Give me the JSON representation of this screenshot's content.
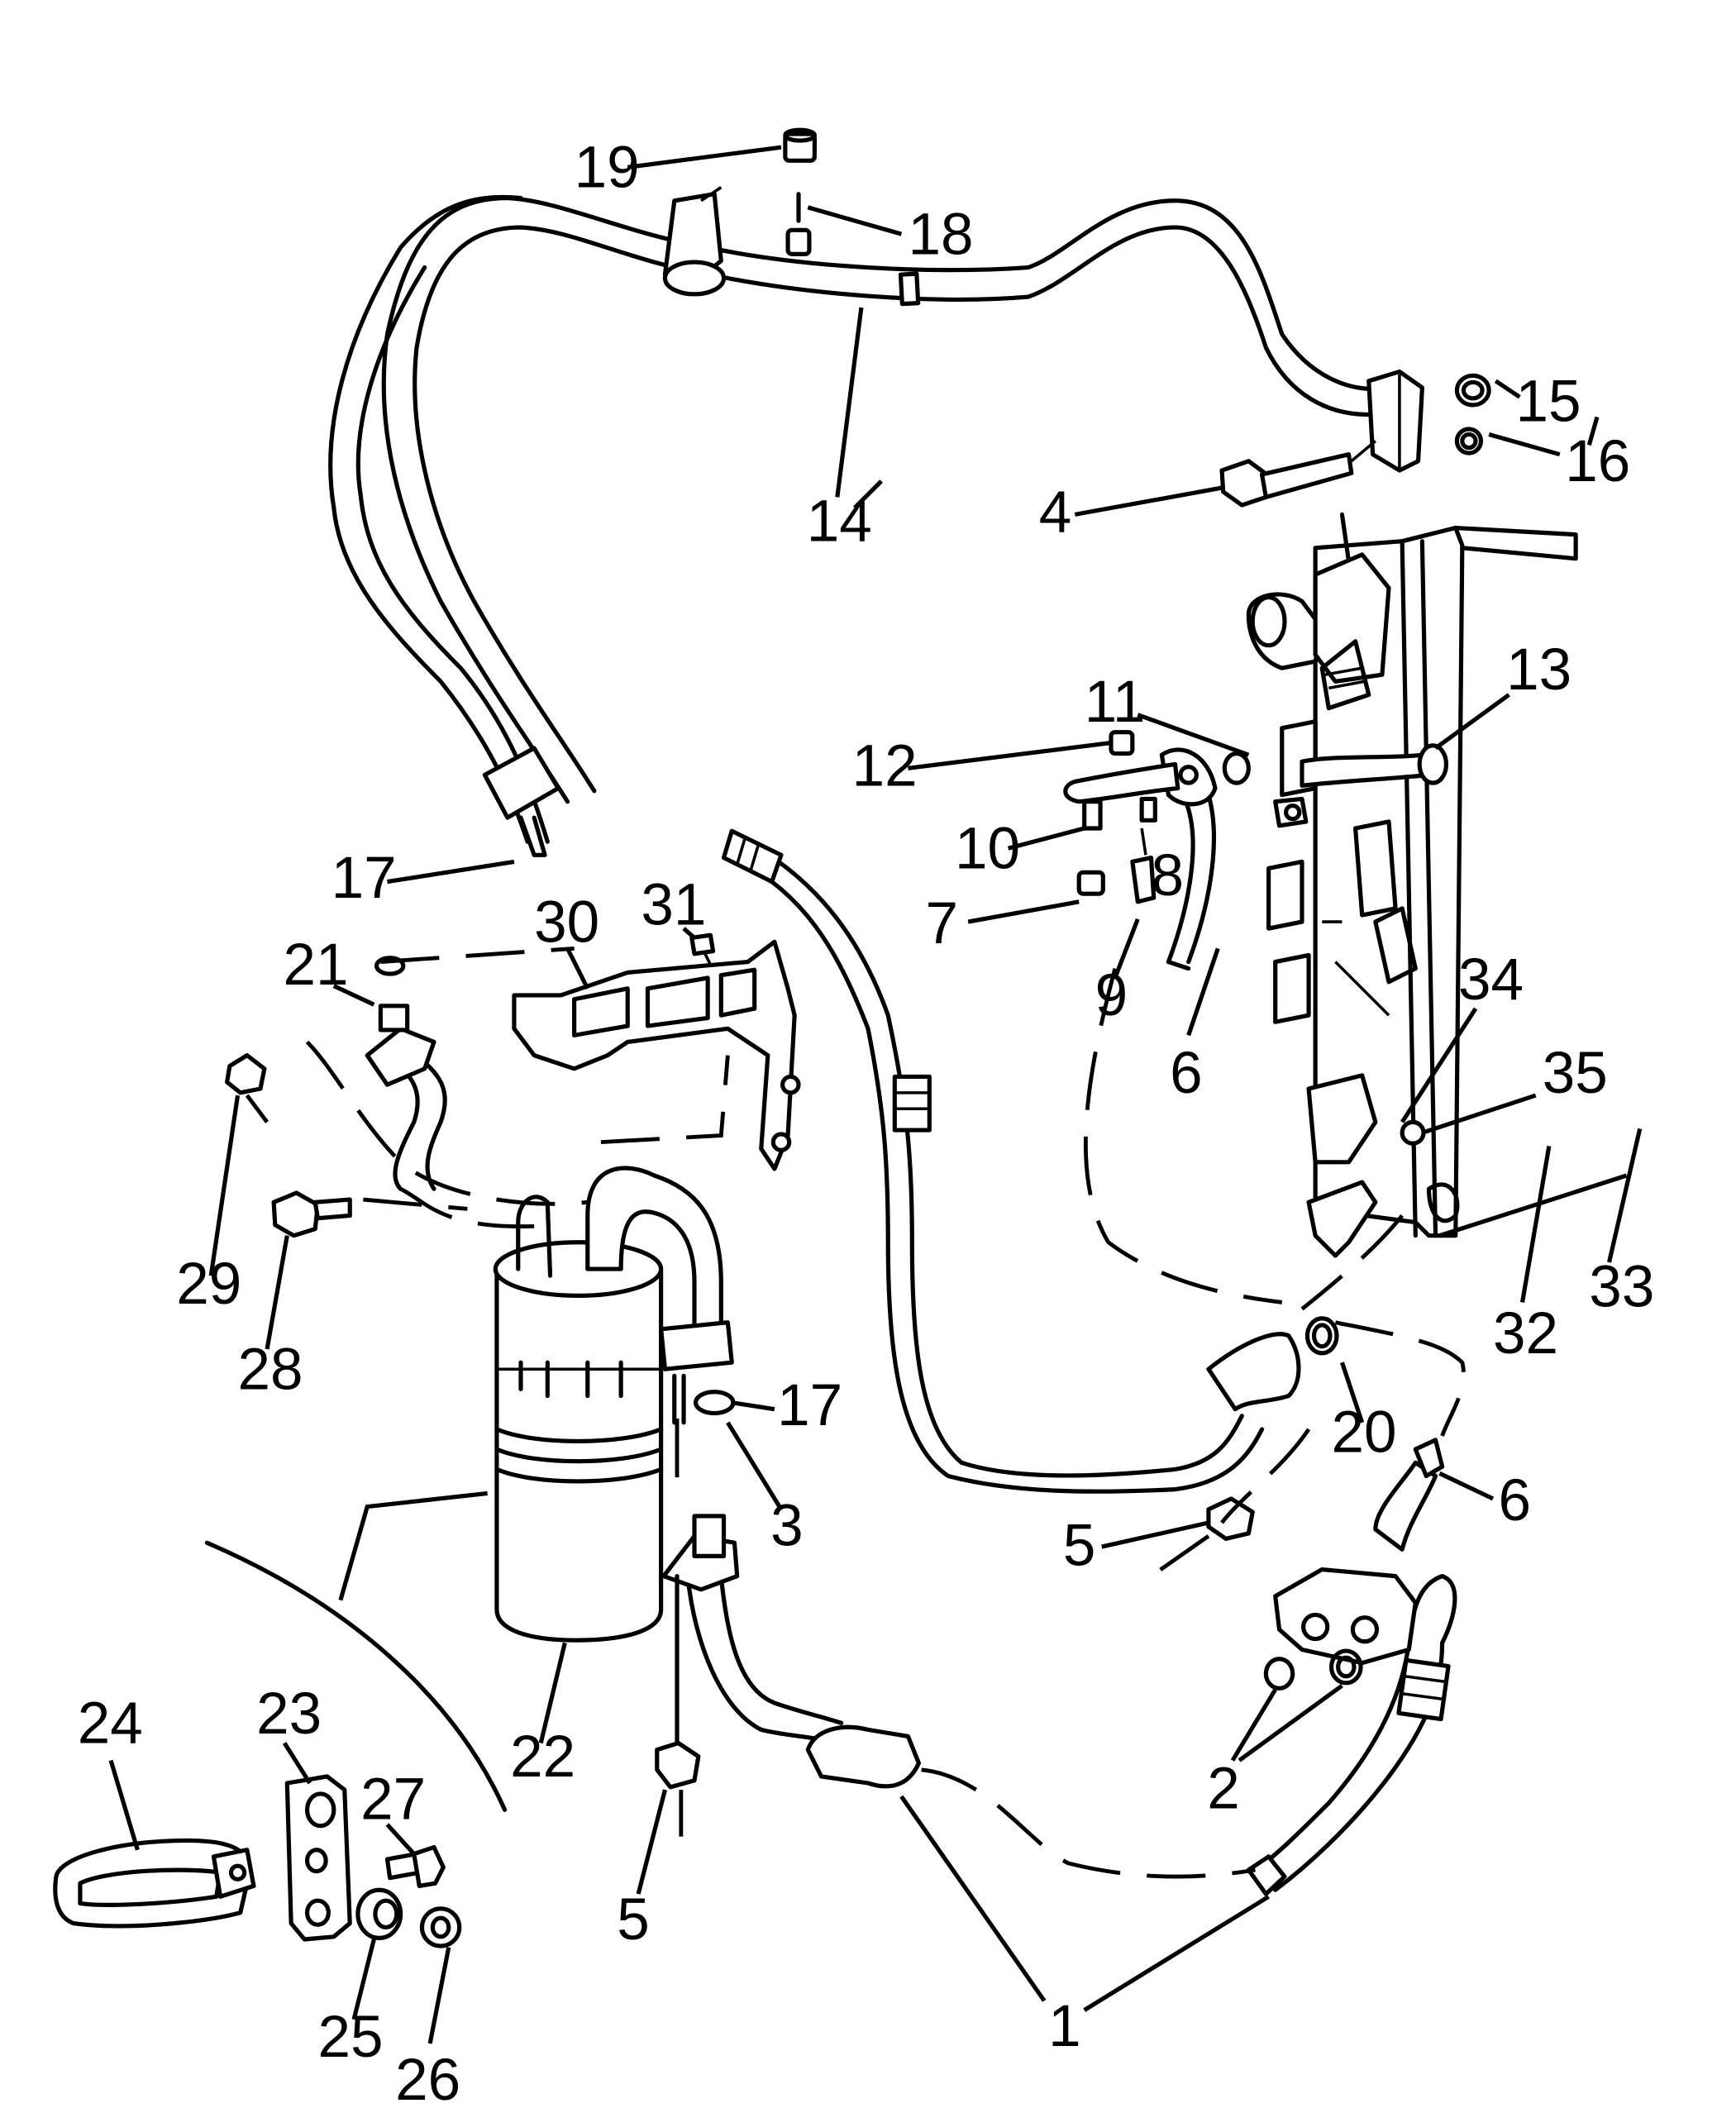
{
  "diagram": {
    "callouts": [
      {
        "id": "c19",
        "text": "19"
      },
      {
        "id": "c18",
        "text": "18"
      },
      {
        "id": "c15",
        "text": "15"
      },
      {
        "id": "c16",
        "text": "16"
      },
      {
        "id": "c14",
        "text": "14"
      },
      {
        "id": "c4",
        "text": "4"
      },
      {
        "id": "c13",
        "text": "13"
      },
      {
        "id": "c11",
        "text": "11"
      },
      {
        "id": "c12",
        "text": "12"
      },
      {
        "id": "c10",
        "text": "10"
      },
      {
        "id": "c8",
        "text": "8"
      },
      {
        "id": "c7",
        "text": "7"
      },
      {
        "id": "c9",
        "text": "9"
      },
      {
        "id": "c6a",
        "text": "6"
      },
      {
        "id": "c17a",
        "text": "17"
      },
      {
        "id": "c30",
        "text": "30"
      },
      {
        "id": "c31",
        "text": "31"
      },
      {
        "id": "c21",
        "text": "21"
      },
      {
        "id": "c34",
        "text": "34"
      },
      {
        "id": "c35",
        "text": "35"
      },
      {
        "id": "c32",
        "text": "32"
      },
      {
        "id": "c33",
        "text": "33"
      },
      {
        "id": "c29",
        "text": "29"
      },
      {
        "id": "c28",
        "text": "28"
      },
      {
        "id": "c17b",
        "text": "17"
      },
      {
        "id": "c3",
        "text": "3"
      },
      {
        "id": "c20",
        "text": "20"
      },
      {
        "id": "c6b",
        "text": "6"
      },
      {
        "id": "c5a",
        "text": "5"
      },
      {
        "id": "c22",
        "text": "22"
      },
      {
        "id": "c24",
        "text": "24"
      },
      {
        "id": "c23",
        "text": "23"
      },
      {
        "id": "c27",
        "text": "27"
      },
      {
        "id": "c2",
        "text": "2"
      },
      {
        "id": "c5b",
        "text": "5"
      },
      {
        "id": "c25",
        "text": "25"
      },
      {
        "id": "c26",
        "text": "26"
      },
      {
        "id": "c1",
        "text": "1"
      }
    ]
  }
}
